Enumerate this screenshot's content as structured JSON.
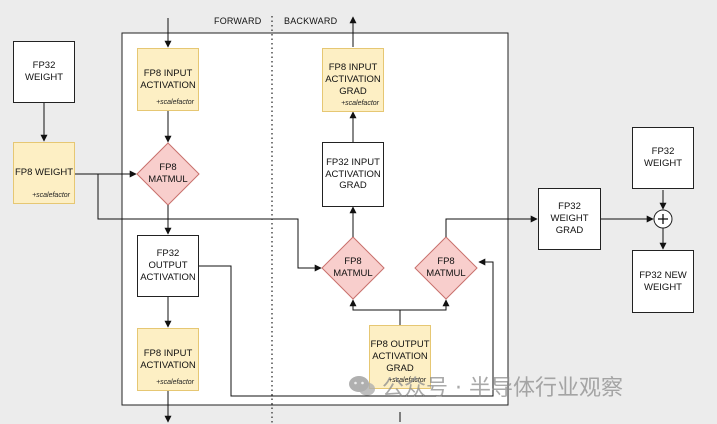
{
  "sections": {
    "forward": "FORWARD",
    "backward": "BACKWARD"
  },
  "boxes": {
    "fp32_weight_left": "FP32\nWEIGHT",
    "fp8_weight": "FP8 WEIGHT",
    "fp8_input_act_top": "FP8 INPUT\nACTIVATION",
    "fp32_output_act": "FP32\nOUTPUT\nACTIVATION",
    "fp8_input_act_bottom": "FP8 INPUT\nACTIVATION",
    "fp8_input_act_grad": "FP8 INPUT\nACTIVATION\nGRAD",
    "fp32_input_act_grad": "FP32 INPUT\nACTIVATION\nGRAD",
    "fp8_output_act_grad": "FP8 OUTPUT\nACTIVATION\nGRAD",
    "fp32_weight_grad": "FP32\nWEIGHT\nGRAD",
    "fp32_weight_right": "FP32\nWEIGHT",
    "fp32_new_weight": "FP32 NEW\nWEIGHT"
  },
  "diamonds": {
    "fwd_matmul": "FP8\nMATMUL",
    "bwd_matmul_left": "FP8\nMATMUL",
    "bwd_matmul_right": "FP8\nMATMUL"
  },
  "scalefactor": "+scalefactor",
  "plus_symbol": "+",
  "watermark": "公众号 · 半导体行业观察",
  "colors": {
    "fp8_fill": "#fdefc4",
    "fp8_border": "#e6c773",
    "matmul_fill": "#f8cecc",
    "matmul_border": "#c9706c",
    "line": "#111111"
  }
}
